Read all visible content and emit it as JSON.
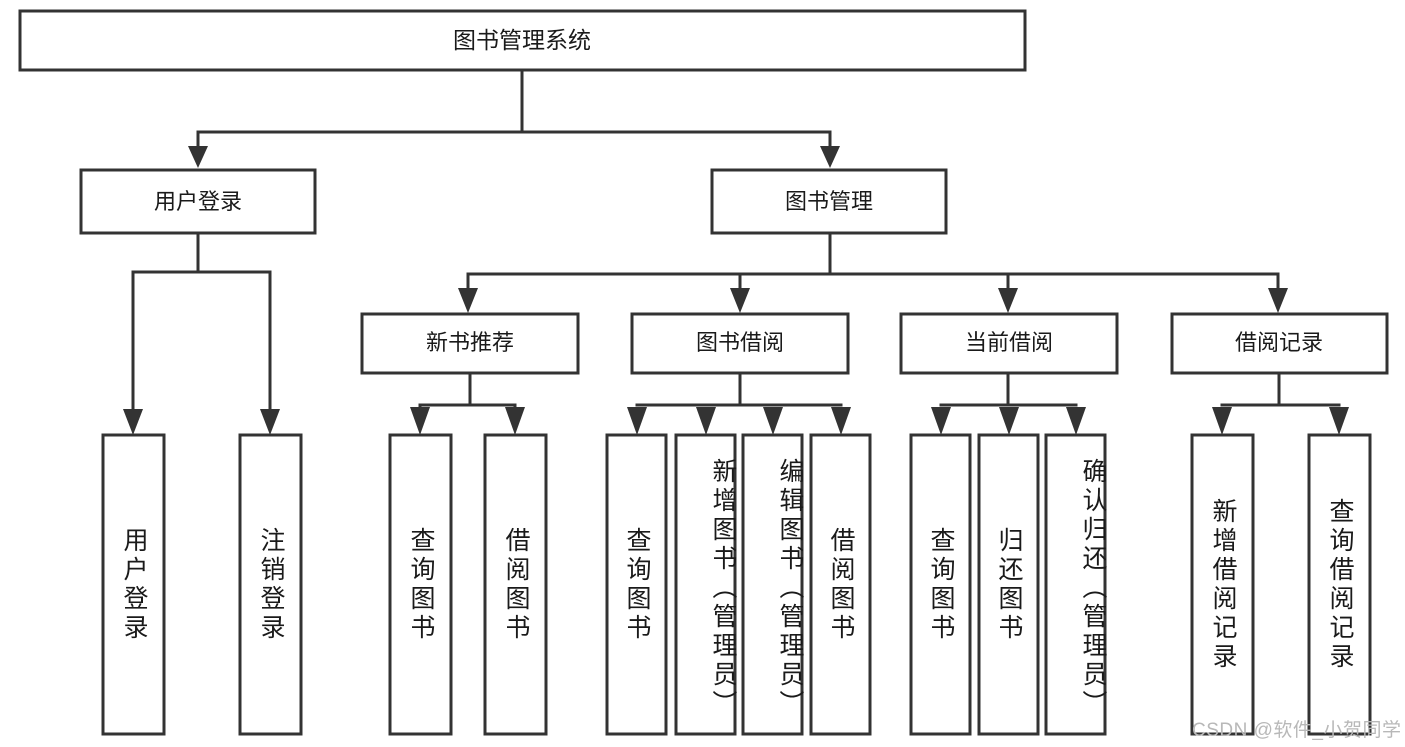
{
  "diagram": {
    "title": "图书管理系统",
    "type": "hierarchy-tree",
    "levels": 4,
    "root": {
      "id": "root",
      "label": "图书管理系统",
      "orientation": "horizontal"
    },
    "level2": [
      {
        "id": "user-login",
        "label": "用户登录",
        "orientation": "horizontal"
      },
      {
        "id": "book-management",
        "label": "图书管理",
        "orientation": "horizontal"
      }
    ],
    "level3": [
      {
        "id": "new-book-recommend",
        "label": "新书推荐",
        "parent": "book-management",
        "orientation": "horizontal"
      },
      {
        "id": "book-borrow",
        "label": "图书借阅",
        "parent": "book-management",
        "orientation": "horizontal"
      },
      {
        "id": "current-borrow",
        "label": "当前借阅",
        "parent": "book-management",
        "orientation": "horizontal"
      },
      {
        "id": "borrow-record",
        "label": "借阅记录",
        "parent": "book-management",
        "orientation": "horizontal"
      }
    ],
    "leaves": [
      {
        "id": "leaf-user-login",
        "label": "用户登录",
        "parent": "user-login",
        "orientation": "vertical"
      },
      {
        "id": "leaf-user-logout",
        "label": "注销登录",
        "parent": "user-login",
        "orientation": "vertical"
      },
      {
        "id": "leaf-query-book-1",
        "label": "查询图书",
        "parent": "new-book-recommend",
        "orientation": "vertical"
      },
      {
        "id": "leaf-borrow-book-1",
        "label": "借阅图书",
        "parent": "new-book-recommend",
        "orientation": "vertical"
      },
      {
        "id": "leaf-query-book-2",
        "label": "查询图书",
        "parent": "book-borrow",
        "orientation": "vertical"
      },
      {
        "id": "leaf-add-book",
        "label": "新增图书（管理员）",
        "parent": "book-borrow",
        "orientation": "vertical"
      },
      {
        "id": "leaf-edit-book",
        "label": "编辑图书（管理员）",
        "parent": "book-borrow",
        "orientation": "vertical"
      },
      {
        "id": "leaf-borrow-book-2",
        "label": "借阅图书",
        "parent": "book-borrow",
        "orientation": "vertical"
      },
      {
        "id": "leaf-query-book-3",
        "label": "查询图书",
        "parent": "current-borrow",
        "orientation": "vertical"
      },
      {
        "id": "leaf-return-book",
        "label": "归还图书",
        "parent": "current-borrow",
        "orientation": "vertical"
      },
      {
        "id": "leaf-confirm-return",
        "label": "确认归还（管理员）",
        "parent": "current-borrow",
        "orientation": "vertical"
      },
      {
        "id": "leaf-add-record",
        "label": "新增借阅记录",
        "parent": "borrow-record",
        "orientation": "vertical"
      },
      {
        "id": "leaf-query-record",
        "label": "查询借阅记录",
        "parent": "borrow-record",
        "orientation": "vertical"
      }
    ]
  },
  "watermark": {
    "text": "CSDN @软件_小贺同学"
  },
  "colors": {
    "stroke": "#333333",
    "box_fill": "#ffffff",
    "text": "#1a1a1a",
    "background": "#ffffff",
    "watermark": "#b8b8b8"
  }
}
